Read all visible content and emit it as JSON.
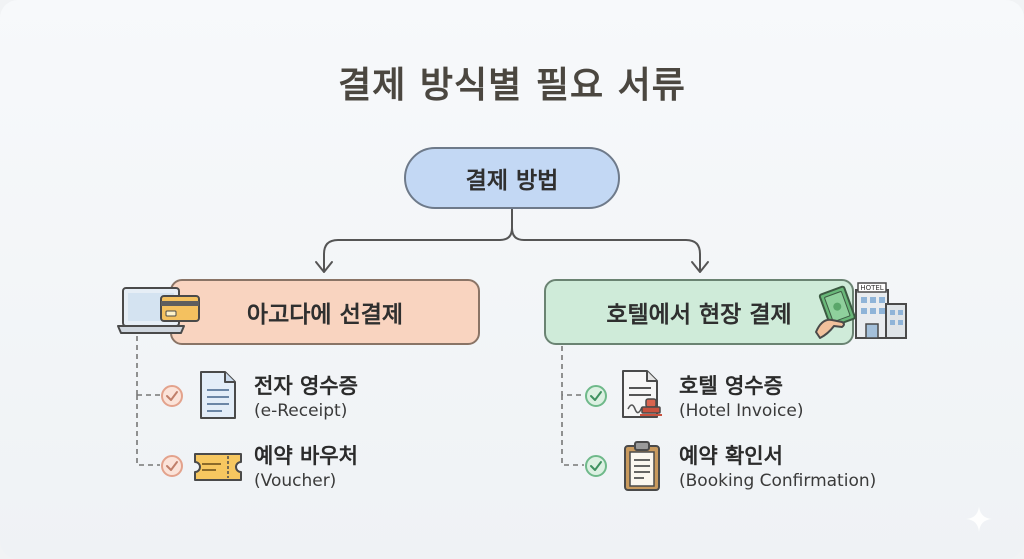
{
  "title": "결제 방식별 필요 서류",
  "root": {
    "label": "결제 방법"
  },
  "branches": [
    {
      "label": "아고다에 선결제",
      "icon": "laptop-credit-card-icon",
      "items": [
        {
          "title": "전자 영수증",
          "subtitle": "(e-Receipt)",
          "icon": "document-icon"
        },
        {
          "title": "예약 바우처",
          "subtitle": "(Voucher)",
          "icon": "ticket-icon"
        }
      ]
    },
    {
      "label": "호텔에서 현장 결제",
      "icon": "hand-cash-hotel-icon",
      "items": [
        {
          "title": "호텔 영수증",
          "subtitle": "(Hotel Invoice)",
          "icon": "stamped-invoice-icon"
        },
        {
          "title": "예약 확인서",
          "subtitle": "(Booking Confirmation)",
          "icon": "clipboard-icon"
        }
      ]
    }
  ],
  "hotel_sign": "HOTEL",
  "colors": {
    "root_fill": "#c3d8f4",
    "left_fill": "#f9d4c0",
    "right_fill": "#cfebd9",
    "left_check": "#e3a28c",
    "right_check": "#6fb98a",
    "title_text": "#4b4740"
  }
}
